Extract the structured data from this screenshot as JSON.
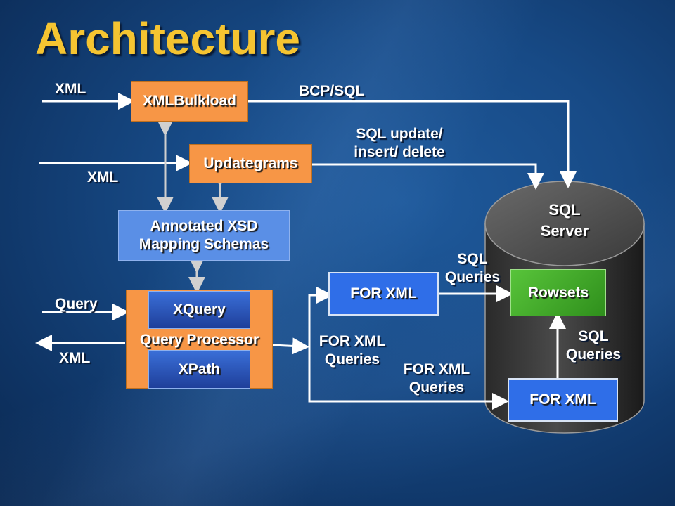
{
  "title": "Architecture",
  "labels": {
    "xml_in_top": "XML",
    "bcp_sql": "BCP/SQL",
    "sql_update_1": "SQL update/",
    "sql_update_2": "insert/ delete",
    "xml_in_mid": "XML",
    "query_in": "Query",
    "xml_out": "XML",
    "for_xml_queries_mid_1": "FOR XML",
    "for_xml_queries_mid_2": "Queries",
    "for_xml_queries_low_1": "FOR XML",
    "for_xml_queries_low_2": "Queries",
    "sql_queries_top_1": "SQL",
    "sql_queries_top_2": "Queries",
    "sql_queries_right_1": "SQL",
    "sql_queries_right_2": "Queries"
  },
  "boxes": {
    "xmlbulkload": "XMLBulkload",
    "updategrams": "Updategrams",
    "annotated_xsd_1": "Annotated XSD",
    "annotated_xsd_2": "Mapping Schemas",
    "xquery": "XQuery",
    "query_processor": "Query Processor",
    "xpath": "XPath",
    "for_xml_top": "FOR XML",
    "rowsets": "Rowsets",
    "for_xml_bottom": "FOR XML"
  },
  "sql_server": {
    "line1": "SQL",
    "line2": "Server"
  },
  "colors": {
    "title": "#f5c431",
    "orange_box": "#f79646",
    "blue_box": "#2f6ee8",
    "green_box": "#4caf2e",
    "cylinder": "#3a3a3a"
  }
}
